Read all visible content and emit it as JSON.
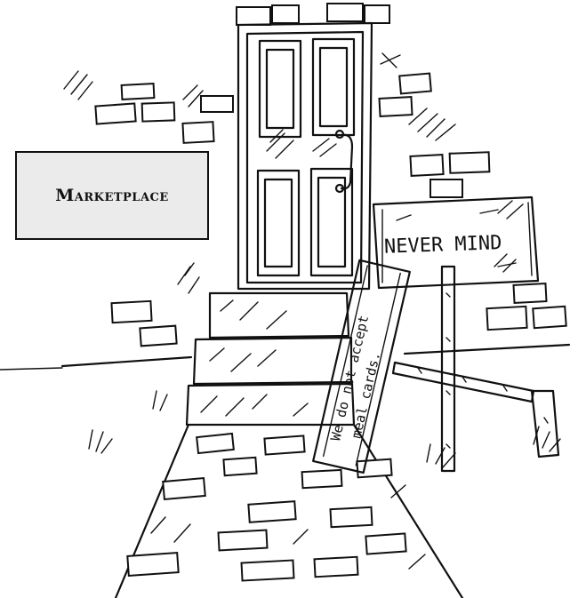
{
  "plaque": {
    "label": "Marketplace"
  },
  "signs": {
    "board": "NEVER MIND",
    "plank_line1": "We do not accept",
    "plank_line2": "meal cards."
  },
  "colors": {
    "ink": "#111111",
    "paper": "#ffffff",
    "plaque_fill": "#ebebeb"
  }
}
